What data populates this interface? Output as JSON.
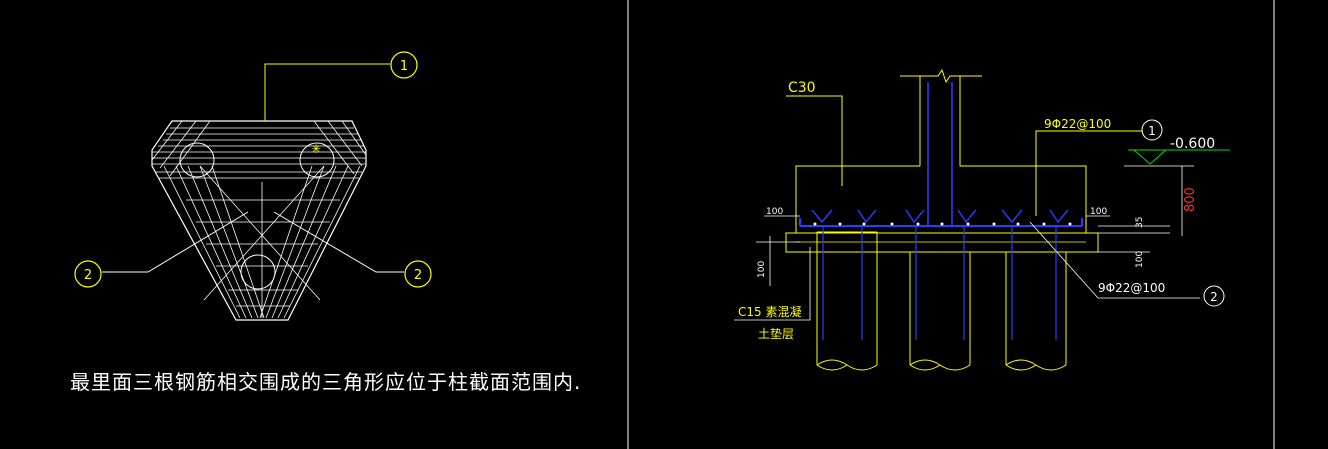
{
  "colors": {
    "background": "#000000",
    "outline": "#ffffff",
    "annotation": "#ffff00",
    "rebar": "#2a3cff",
    "dimension_red": "#ff2a2a",
    "dimension_green": "#00e000",
    "panel_divider": "#ffffff"
  },
  "left_detail": {
    "bubbles": [
      {
        "id": "1"
      },
      {
        "id": "2"
      },
      {
        "id": "2"
      }
    ],
    "caption": "最里面三根钢筋相交围成的三角形应位于柱截面范围内."
  },
  "right_detail": {
    "concrete_grade": "C30",
    "top_rebar_label": "9Φ22@100",
    "bottom_rebar_label": "9Φ22@100",
    "bubble_top": "1",
    "bubble_bottom": "2",
    "elevation": "-0.600",
    "height_dim": "800",
    "dim_100_left": "100",
    "dim_100_right": "100",
    "dim_100_bottom_left": "100",
    "dim_100_bottom_right": "100",
    "dim_35": "35",
    "cushion_grade": "C15 素混凝",
    "cushion_label": "土垫层"
  }
}
